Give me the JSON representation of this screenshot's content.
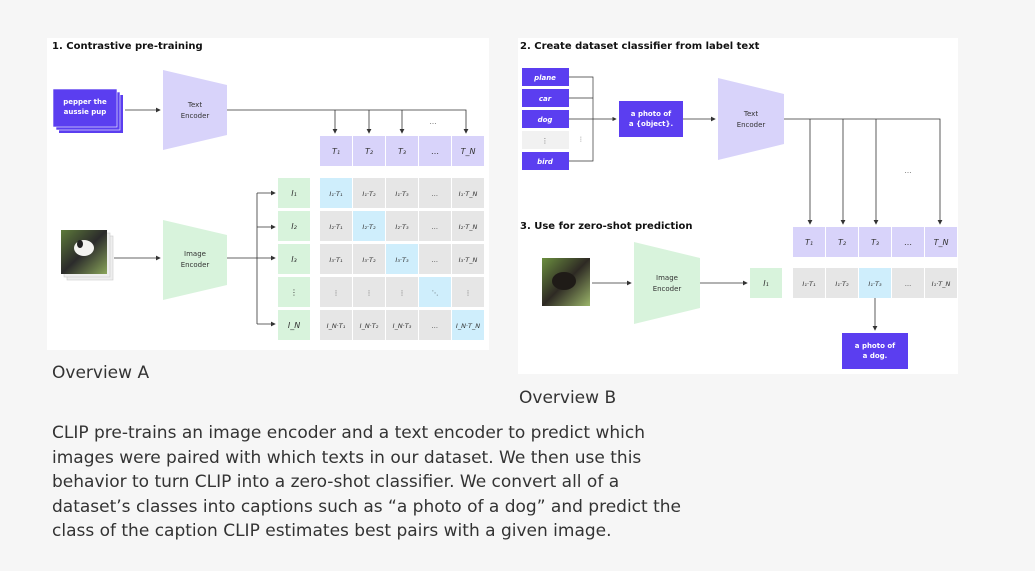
{
  "panel_a": {
    "title": "1. Contrastive pre-training",
    "text_input": [
      "pepper the",
      "aussie pup"
    ],
    "text_encoder": [
      "Text",
      "Encoder"
    ],
    "image_encoder": [
      "Image",
      "Encoder"
    ],
    "t_labels": [
      "T₁",
      "T₂",
      "T₃",
      "…",
      "T_N"
    ],
    "i_labels": [
      "I₁",
      "I₂",
      "I₃",
      "⋮",
      "I_N"
    ],
    "matrix": [
      [
        "I₁·T₁",
        "I₁·T₂",
        "I₁·T₃",
        "…",
        "I₁·T_N"
      ],
      [
        "I₂·T₁",
        "I₂·T₂",
        "I₂·T₃",
        "…",
        "I₂·T_N"
      ],
      [
        "I₃·T₁",
        "I₃·T₂",
        "I₃·T₃",
        "…",
        "I₃·T_N"
      ],
      [
        "⋮",
        "⋮",
        "⋮",
        "⋱",
        "⋮"
      ],
      [
        "I_N·T₁",
        "I_N·T₂",
        "I_N·T₃",
        "…",
        "I_N·T_N"
      ]
    ],
    "dots": "…"
  },
  "panel_b": {
    "title2": "2. Create dataset classifier from label text",
    "labels": [
      "plane",
      "car",
      "dog",
      "⋮",
      "bird"
    ],
    "template": [
      "a photo of",
      "a {object}."
    ],
    "text_encoder": [
      "Text",
      "Encoder"
    ],
    "title3": "3. Use for zero-shot prediction",
    "image_encoder": [
      "Image",
      "Encoder"
    ],
    "i1": "I₁",
    "t_labels": [
      "T₁",
      "T₂",
      "T₃",
      "…",
      "T_N"
    ],
    "row": [
      "I₁·T₁",
      "I₁·T₂",
      "I₁·T₃",
      "…",
      "I₁·T_N"
    ],
    "result": [
      "a photo of",
      "a dog."
    ],
    "dots": "…"
  },
  "captions": {
    "a": "Overview A",
    "b": "Overview B"
  },
  "description": "CLIP pre-trains an image encoder and a text encoder to predict which images were paired with which texts in our dataset. We then use this behavior to turn CLIP into a zero-shot classifier. We convert all of a dataset’s classes into captions such as “a photo of a dog” and predict the class of the caption CLIP estimates best pairs with a given image.",
  "colors": {
    "purple_box": "#5b3ef0",
    "encoder_text": "#d8d3fa",
    "encoder_image": "#d8f3dc",
    "t_cell": "#d8d3fa",
    "i_cell": "#d8f3dc",
    "matrix_cell": "#e6e6e6",
    "highlight": "#cfeefc"
  }
}
